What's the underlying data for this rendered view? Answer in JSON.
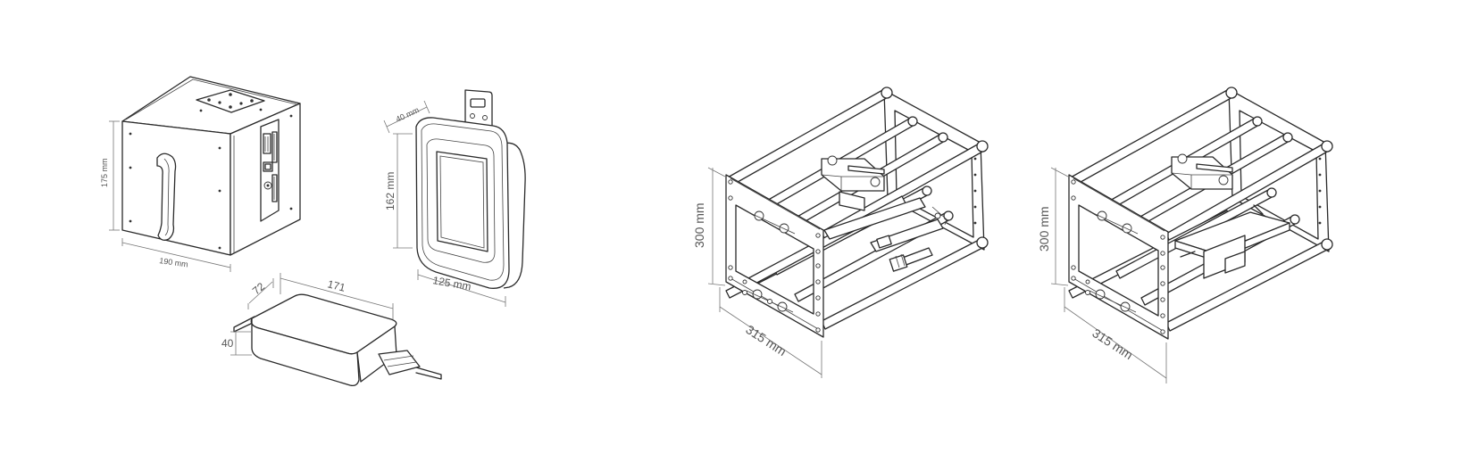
{
  "dimensions": {
    "printer_height": "175 mm",
    "printer_width": "190 mm",
    "panel_depth": "40 mm",
    "panel_height": "162 mm",
    "panel_width": "125 mm",
    "psu_width": "72",
    "psu_length": "171",
    "psu_height": "40",
    "frame1_height": "300 mm",
    "frame1_width": "315 mm",
    "frame2_height": "300 mm",
    "frame2_width": "315 mm"
  },
  "colors": {
    "line": "#2a2a2a",
    "dimension": "#777777",
    "label": "#555555",
    "background": "#ffffff"
  }
}
